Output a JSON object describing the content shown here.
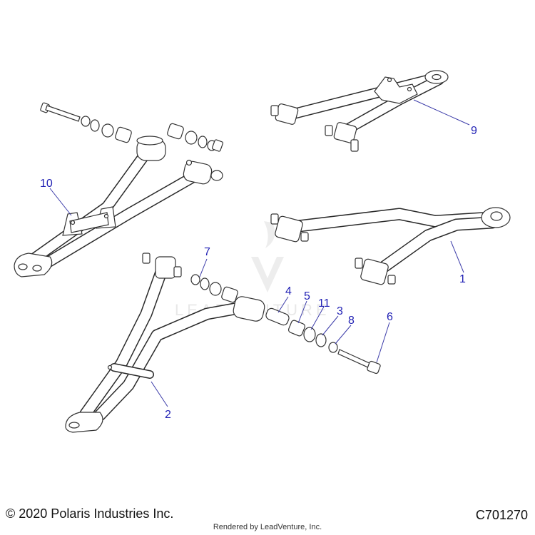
{
  "diagram": {
    "callouts": {
      "c1": "1",
      "c2": "2",
      "c3": "3",
      "c4": "4",
      "c5": "5",
      "c6": "6",
      "c7": "7",
      "c8": "8",
      "c9": "9",
      "c10": "10",
      "c11": "11"
    },
    "callout_color": "#1f1fb4",
    "watermark": "LEADVENTURE"
  },
  "footer": {
    "copyright": "© 2020 Polaris Industries Inc.",
    "diagram_id": "C701270",
    "rendered_by": "Rendered by LeadVenture, Inc."
  }
}
